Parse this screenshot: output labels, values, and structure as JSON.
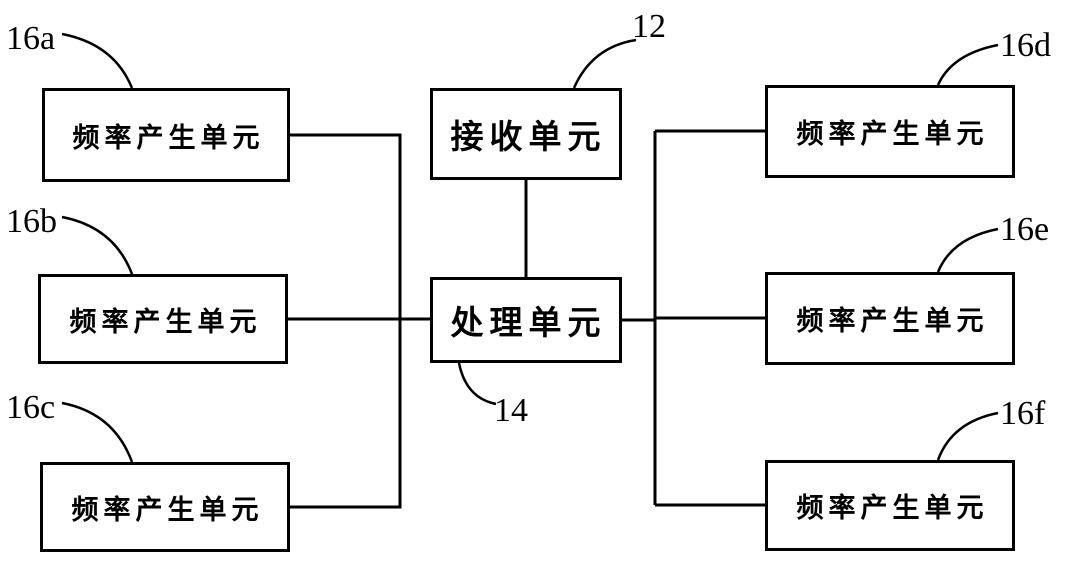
{
  "figure": {
    "boxes": {
      "b16a": {
        "label": "频率产生单元",
        "ref": "16a"
      },
      "b16b": {
        "label": "频率产生单元",
        "ref": "16b"
      },
      "b16c": {
        "label": "频率产生单元",
        "ref": "16c"
      },
      "b12": {
        "label": "接收单元",
        "ref": "12"
      },
      "b14": {
        "label": "处理单元",
        "ref": "14"
      },
      "b16d": {
        "label": "频率产生单元",
        "ref": "16d"
      },
      "b16e": {
        "label": "频率产生单元",
        "ref": "16e"
      },
      "b16f": {
        "label": "频率产生单元",
        "ref": "16f"
      }
    },
    "connections": [
      "16a-14",
      "16b-14",
      "16c-14",
      "12-14",
      "14-16d",
      "14-16e",
      "14-16f"
    ],
    "colors": {
      "line": "#000000",
      "background": "#ffffff"
    }
  }
}
